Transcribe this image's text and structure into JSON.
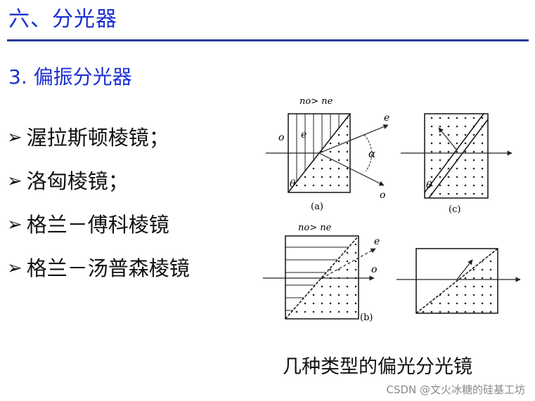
{
  "heading": "六、分光器",
  "subheading": "3.  偏振分光器",
  "bullets": [
    "渥拉斯顿棱镜；",
    "洛匈棱镜；",
    "格兰－傅科棱镜",
    "格兰－汤普森棱镜"
  ],
  "figure": {
    "top_condition": "no> ne",
    "bottom_condition": "no> ne",
    "labels": {
      "a": "(a)",
      "b": "(b)",
      "c": "(c)",
      "o": "o",
      "e": "e",
      "theta": "θ",
      "alpha": "α"
    }
  },
  "caption": "几种类型的偏光分光镜",
  "watermark": "CSDN @文火冰糖的硅基工坊",
  "colors": {
    "heading": "#1c2fd3",
    "rule": "#2a3a9a"
  }
}
